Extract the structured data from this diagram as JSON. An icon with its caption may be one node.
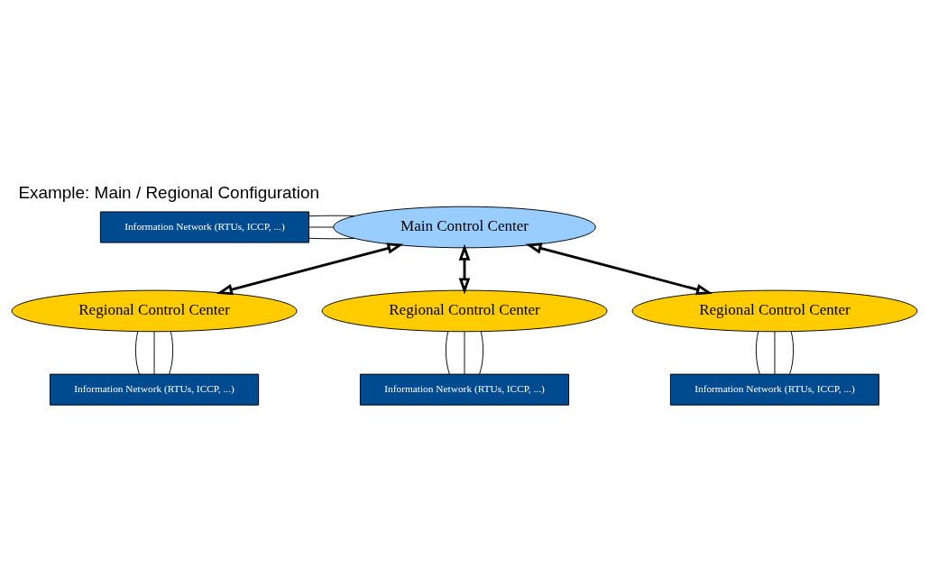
{
  "diagram": {
    "title": "Example: Main / Regional Configuration",
    "nodes": [
      {
        "text": [
          "Information Network (RTUs, ICCP, ...)"
        ]
      },
      {
        "text": [
          "Main Control Center"
        ]
      },
      {
        "text": [
          "Regional Control Center"
        ]
      },
      {
        "text": [
          "Regional Control Center"
        ]
      },
      {
        "text": [
          "Regional Control Center"
        ]
      },
      {
        "text": [
          "Information Network (RTUs, ICCP, ...)"
        ]
      },
      {
        "text": [
          "Information Network (RTUs, ICCP, ...)"
        ]
      },
      {
        "text": [
          "Information Network (RTUs, ICCP, ...)"
        ]
      }
    ],
    "edges": [
      {
        "from": 0,
        "to": 1,
        "arrow": "none"
      },
      {
        "from": 0,
        "to": 1,
        "arrow": "none"
      },
      {
        "from": 0,
        "to": 1,
        "arrow": "none"
      },
      {
        "from": 1,
        "to": 2,
        "arrow": "both",
        "style": "thick"
      },
      {
        "from": 1,
        "to": 3,
        "arrow": "both",
        "style": "thick"
      },
      {
        "from": 1,
        "to": 4,
        "arrow": "both",
        "style": "thick"
      },
      {
        "from": 2,
        "to": 5,
        "arrow": "none"
      },
      {
        "from": 2,
        "to": 5,
        "arrow": "none"
      },
      {
        "from": 2,
        "to": 5,
        "arrow": "none"
      },
      {
        "from": 3,
        "to": 6,
        "arrow": "none"
      },
      {
        "from": 3,
        "to": 6,
        "arrow": "none"
      },
      {
        "from": 3,
        "to": 6,
        "arrow": "none"
      },
      {
        "from": 4,
        "to": 7,
        "arrow": "none"
      },
      {
        "from": 4,
        "to": 7,
        "arrow": "none"
      },
      {
        "from": 4,
        "to": 7,
        "arrow": "none"
      }
    ]
  }
}
